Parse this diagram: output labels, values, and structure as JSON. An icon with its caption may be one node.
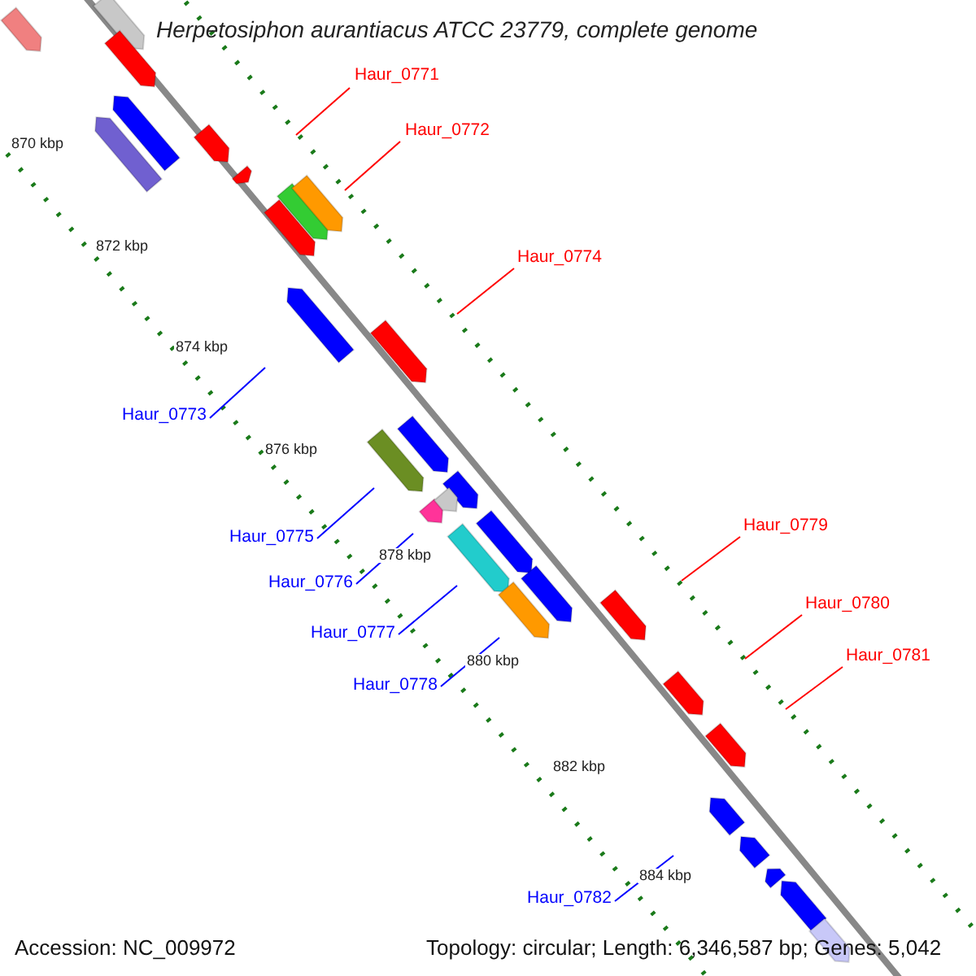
{
  "diagram": {
    "title": "Herpetosiphon aurantiacus ATCC 23779, complete genome",
    "nodes": [
      {
        "text": [
          "Haur_0771"
        ]
      },
      {
        "text": [
          "Haur_0772"
        ]
      },
      {
        "text": [
          "Haur_0774"
        ]
      },
      {
        "text": [
          "Haur_0773"
        ]
      },
      {
        "text": [
          "Haur_0779"
        ]
      },
      {
        "text": [
          "Haur_0775"
        ]
      },
      {
        "text": [
          "Haur_0776"
        ]
      },
      {
        "text": [
          "Haur_0780"
        ]
      },
      {
        "text": [
          "Haur_0777"
        ]
      },
      {
        "text": [
          "Haur_0781"
        ]
      },
      {
        "text": [
          "Haur_0778"
        ]
      },
      {
        "text": [
          "Haur_0782"
        ]
      }
    ],
    "edges": [
      {
        "from": 0,
        "to": null,
        "arrow": "none"
      },
      {
        "from": 1,
        "to": null,
        "arrow": "none"
      },
      {
        "from": 2,
        "to": null,
        "arrow": "none"
      },
      {
        "from": 3,
        "to": null,
        "arrow": "none",
        "color": "#0000ff"
      },
      {
        "from": 4,
        "to": null,
        "arrow": "none"
      },
      {
        "from": 5,
        "to": null,
        "arrow": "none",
        "color": "#0000ff"
      },
      {
        "from": 6,
        "to": null,
        "arrow": "none",
        "color": "#0000ff"
      },
      {
        "from": 7,
        "to": null,
        "arrow": "none"
      },
      {
        "from": 8,
        "to": null,
        "arrow": "none",
        "color": "#0000ff"
      },
      {
        "from": 9,
        "to": null,
        "arrow": "none"
      },
      {
        "from": 10,
        "to": null,
        "arrow": "none",
        "color": "#0000ff"
      },
      {
        "from": 11,
        "to": null,
        "arrow": "none",
        "color": "#0000ff"
      }
    ],
    "labels": [
      "870 kbp",
      "872 kbp",
      "874 kbp",
      "876 kbp",
      "878 kbp",
      "880 kbp",
      "882 kbp",
      "884 kbp",
      "Accession: NC_009972",
      "Topology: circular; Length: 6,346,587 bp; Genes: 5,042"
    ]
  }
}
